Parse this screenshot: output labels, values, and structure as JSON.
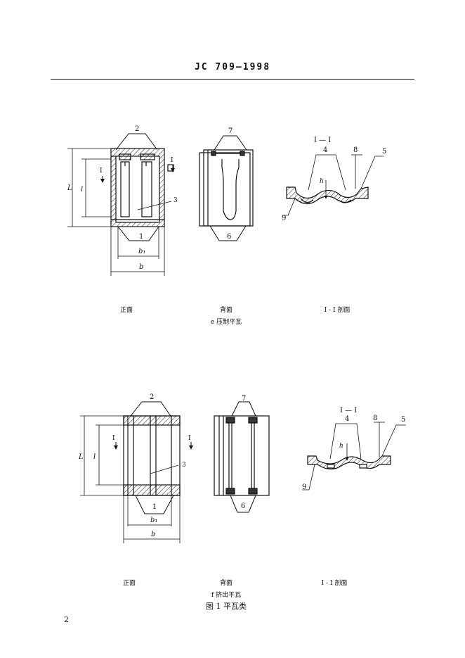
{
  "header": {
    "standard": "JC 709—1998"
  },
  "figure_e": {
    "caption": "e 压制平瓦",
    "front_label": "正面",
    "back_label": "背面",
    "section_label": "I - I 剖面",
    "section_title": "I — I",
    "callouts": [
      "2",
      "3",
      "1",
      "7",
      "6",
      "4",
      "8",
      "5",
      "9"
    ],
    "dims": {
      "L": "L",
      "l": "l",
      "b1": "b1",
      "b": "b",
      "h": "h",
      "I": "I"
    }
  },
  "figure_f": {
    "caption": "f 挤出平瓦",
    "front_label": "正面",
    "back_label": "背面",
    "section_label": "I - I 剖面",
    "section_title": "I — I",
    "callouts": [
      "2",
      "3",
      "1",
      "7",
      "6",
      "4",
      "8",
      "5",
      "9"
    ],
    "dims": {
      "L": "L",
      "l": "l",
      "b1": "b1",
      "b": "b",
      "h": "h",
      "I": "I"
    }
  },
  "figure_caption": "图 1   平瓦类",
  "page_number": "2"
}
